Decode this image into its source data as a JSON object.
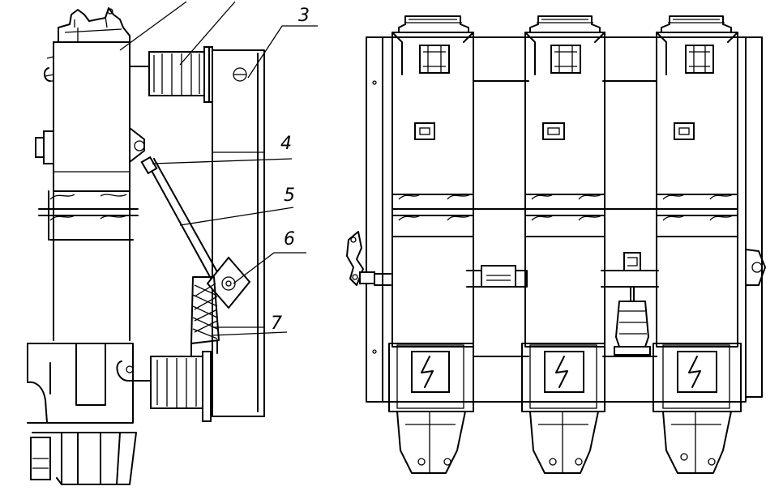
{
  "callouts": {
    "c3": "3",
    "c4": "4",
    "c5": "5",
    "c6": "6",
    "c7": "7"
  },
  "icons": {
    "warning": "high-voltage-lightning-icon"
  },
  "colors": {
    "ink": "#000000",
    "paper": "#ffffff"
  }
}
